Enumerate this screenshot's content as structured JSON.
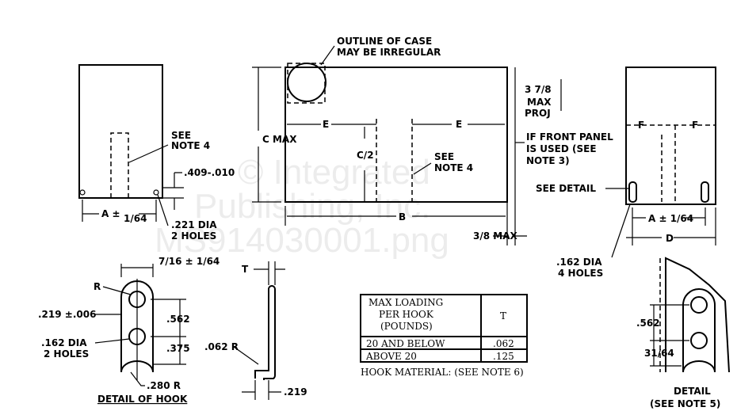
{
  "watermark": [
    "© Integrated",
    "Publishing, Inc.",
    "MS914030001.png"
  ],
  "left_view": {
    "see_note": [
      "SEE",
      "NOTE 4"
    ],
    "hole_spacing": ".409-.010",
    "a_dim": "A ±",
    "a_tol": "1/64",
    "hole_label": [
      ".221 DIA",
      "2 HOLES"
    ]
  },
  "front_view": {
    "outline_note": [
      "OUTLINE OF CASE",
      "MAY BE IRREGULAR"
    ],
    "c_max": "C MAX",
    "e_left": "E",
    "e_right": "E",
    "c_half": "C/2",
    "see_note": [
      "SEE",
      "NOTE 4"
    ],
    "b_dim": "B",
    "max_proj": [
      "3 7/8",
      "MAX",
      "PROJ"
    ],
    "front_panel": [
      "IF FRONT PANEL",
      "IS USED (SEE",
      "NOTE 3)"
    ],
    "three_eighths": "3/8 MAX"
  },
  "side_view": {
    "see_detail": "SEE DETAIL",
    "f_left": "F",
    "f_right": "F",
    "a_dim": "A ± 1/64",
    "d_dim": "D",
    "hole_label": [
      ".162 DIA",
      "4 HOLES"
    ]
  },
  "hook_detail": {
    "width": "7/16 ± 1/64",
    "r": "R",
    "thickness": ".219 ±.006",
    "spacing": ".562",
    "bottom": ".375",
    "hole_label": [
      ".162 DIA",
      "2 HOLES"
    ],
    "radius": ".280 R",
    "title": "DETAIL OF HOOK"
  },
  "hook_side": {
    "t": "T",
    "bend_r": ".062 R",
    "depth": ".219"
  },
  "table": {
    "header": [
      "MAX LOADING",
      "PER HOOK",
      "(POUNDS)"
    ],
    "t_header": "T",
    "rows": [
      {
        "load": "20 AND BELOW",
        "t": ".062"
      },
      {
        "load": "ABOVE 20",
        "t": ".125"
      }
    ],
    "material": "HOOK MATERIAL:  (SEE NOTE 6)"
  },
  "detail": {
    "spacing": ".562",
    "offset": "31/64",
    "title": [
      "DETAIL",
      "(SEE NOTE 5)"
    ]
  }
}
